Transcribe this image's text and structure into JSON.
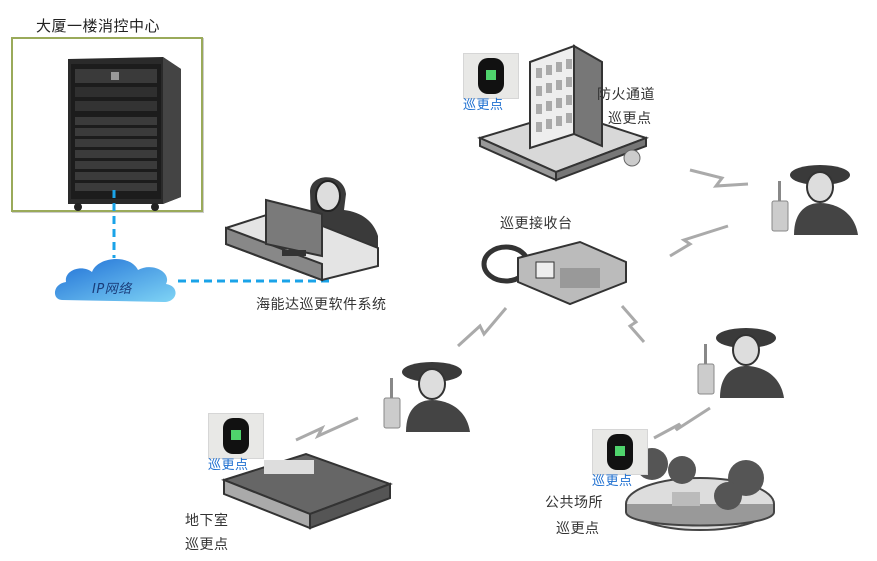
{
  "diagram": {
    "title": "巡更系统拓扑图",
    "control_center": {
      "label": "大厦一楼消控中心",
      "icon": "server-rack-icon"
    },
    "network": {
      "label": "IP网络",
      "icon": "cloud-icon",
      "color": "#2e8fe0"
    },
    "software": {
      "label": "海能达巡更软件系统",
      "icon": "operator-workstation-icon"
    },
    "receiver": {
      "label": "巡更接收台",
      "icon": "radio-base-station-icon"
    },
    "checkpoints": [
      {
        "id": "fire-exit",
        "tag_label": "巡更点",
        "location_line1": "防火通道",
        "location_line2": "巡更点",
        "icon": "office-building-icon"
      },
      {
        "id": "basement",
        "tag_label": "巡更点",
        "location_line1": "地下室",
        "location_line2": "巡更点",
        "icon": "parking-basement-icon"
      },
      {
        "id": "public-area",
        "tag_label": "巡更点",
        "location_line1": "公共场所",
        "location_line2": "巡更点",
        "icon": "park-trees-icon"
      }
    ],
    "guards": [
      {
        "id": "guard-top-right",
        "icon": "security-guard-with-radio-icon"
      },
      {
        "id": "guard-bottom-left",
        "icon": "security-guard-with-radio-icon"
      },
      {
        "id": "guard-bottom-right",
        "icon": "security-guard-with-radio-icon"
      }
    ],
    "colors": {
      "link_dashed": "#1aa3e8",
      "frame_border": "#9aaa5a",
      "tag_text": "#1e6fd0",
      "wireless": "#aaaaaa"
    }
  }
}
